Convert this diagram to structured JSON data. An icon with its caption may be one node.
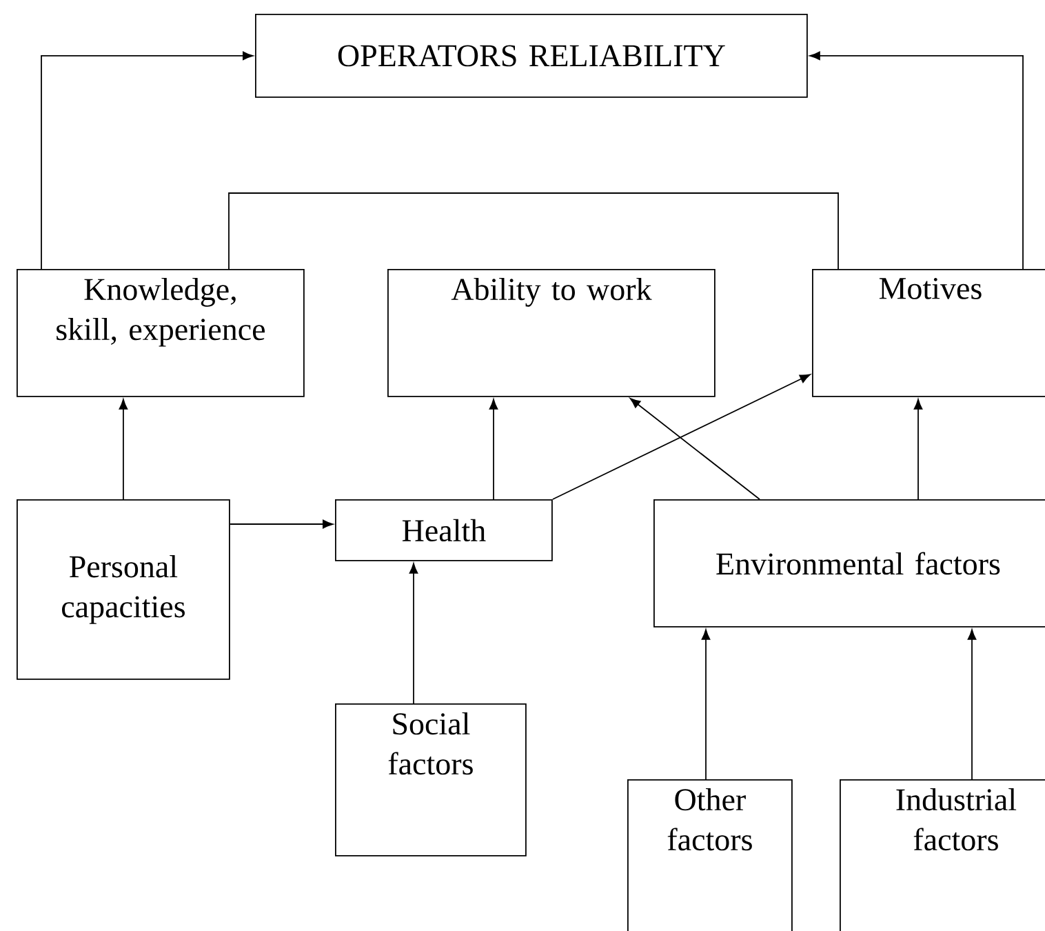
{
  "diagram": {
    "nodes": [
      {
        "text": [
          "OPERATORS RELIABILITY"
        ]
      },
      {
        "text": [
          "Knowledge, skill, experience"
        ]
      },
      {
        "text": [
          "Ability to work"
        ]
      },
      {
        "text": [
          "Motives"
        ]
      },
      {
        "text": [
          "Personal capacities"
        ]
      },
      {
        "text": [
          "Health"
        ]
      },
      {
        "text": [
          "Environmental factors"
        ]
      },
      {
        "text": [
          "Social factors"
        ]
      },
      {
        "text": [
          "Other factors"
        ]
      },
      {
        "text": [
          "Industrial factors"
        ]
      }
    ],
    "edges": [
      {
        "from": 1,
        "to": 0,
        "arrow": "to"
      },
      {
        "from": 3,
        "to": 0,
        "arrow": "to"
      },
      {
        "from": 1,
        "to": 3,
        "arrow": "none"
      },
      {
        "from": 4,
        "to": 1,
        "arrow": "to"
      },
      {
        "from": 4,
        "to": 5,
        "arrow": "to"
      },
      {
        "from": 7,
        "to": 5,
        "arrow": "to"
      },
      {
        "from": 5,
        "to": 2,
        "arrow": "to"
      },
      {
        "from": 5,
        "to": 3,
        "arrow": "to"
      },
      {
        "from": 6,
        "to": 2,
        "arrow": "to"
      },
      {
        "from": 6,
        "to": 3,
        "arrow": "to"
      },
      {
        "from": 8,
        "to": 6,
        "arrow": "to"
      },
      {
        "from": 9,
        "to": 6,
        "arrow": "to"
      }
    ]
  }
}
